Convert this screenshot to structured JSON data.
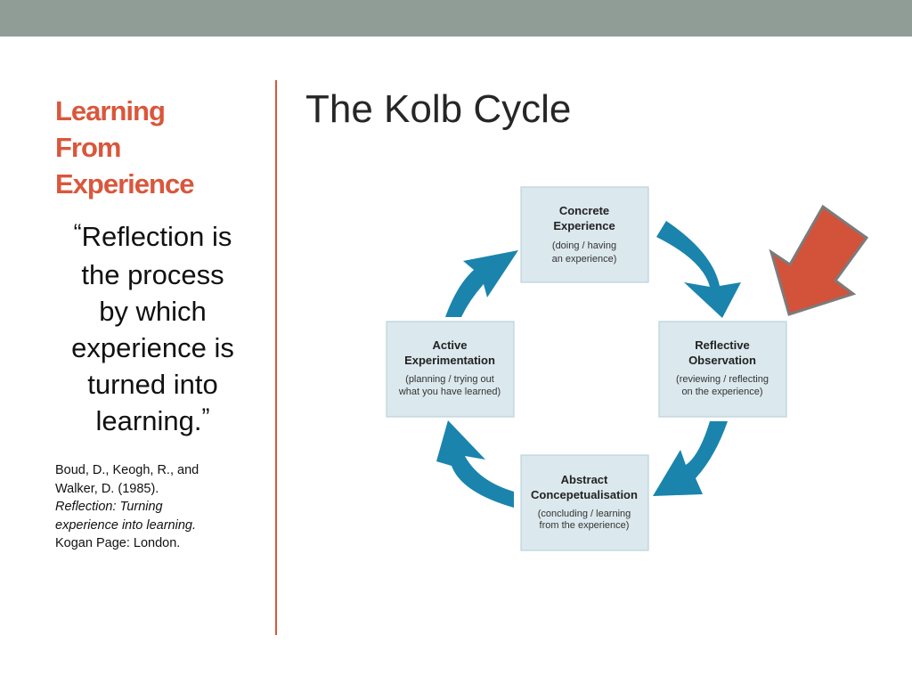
{
  "colors": {
    "topbar": "#909d96",
    "accent": "#d9573c",
    "box_fill": "#dbe8ee",
    "box_stroke": "#bcd2dc",
    "cycle_arrow": "#1a84ad",
    "pointer_arrow": "#d3523a",
    "pointer_outline": "#7b7b7b"
  },
  "sidebar": {
    "title_lines": [
      "Learning",
      "From",
      "Experience"
    ],
    "quote": {
      "open_mark": "“",
      "close_mark": "”",
      "lines": [
        "Reflection is",
        "the process",
        "by which",
        "experience is",
        "turned into",
        "learning."
      ]
    },
    "reference": {
      "line1": "Boud, D., Keogh, R., and",
      "line2": "Walker, D. (1985).",
      "title_line1": "Reflection: Turning",
      "title_line2": "experience into learning.",
      "publisher": "Kogan Page: London."
    }
  },
  "main": {
    "title": "The Kolb Cycle"
  },
  "diagram": {
    "stages": {
      "concrete": {
        "title": [
          "Concrete",
          "Experience"
        ],
        "desc": [
          "(doing / having",
          "an experience)"
        ]
      },
      "reflective": {
        "title": [
          "Reflective",
          "Observation"
        ],
        "desc": [
          "(reviewing / reflecting",
          "on the experience)"
        ]
      },
      "abstract": {
        "title": [
          "Abstract",
          "Concepetualisation"
        ],
        "desc": [
          "(concluding / learning",
          "from the experience)"
        ]
      },
      "active": {
        "title": [
          "Active",
          "Experimentation"
        ],
        "desc": [
          "(planning / trying out",
          "what you have learned)"
        ]
      }
    },
    "pointer_icon": "red-arrow-pointing-to-reflective-observation"
  }
}
